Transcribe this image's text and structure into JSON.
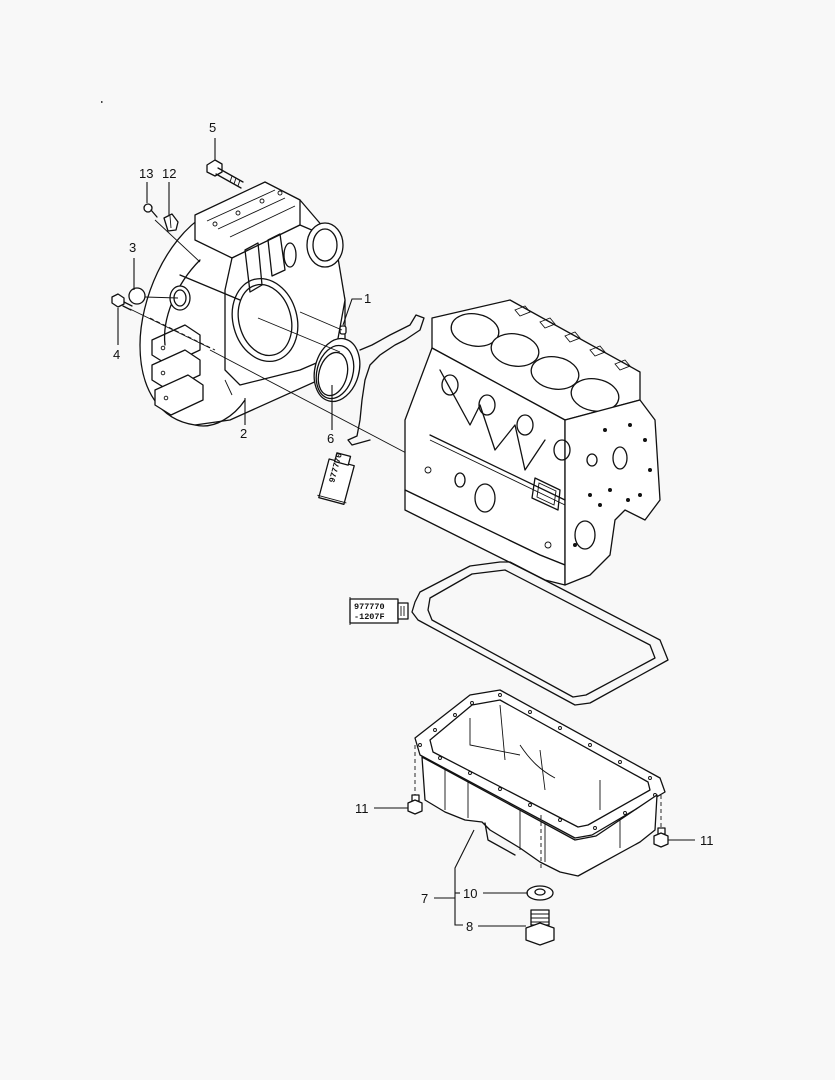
{
  "diagram": {
    "type": "exploded-parts-view",
    "subject": "Engine cylinder block, flywheel housing and oil pan",
    "colors": {
      "background": "#f8f8f8",
      "line": "#111111"
    },
    "sealant_tube_label": {
      "line1": "977770",
      "line2": "-1207F"
    },
    "callouts": [
      {
        "id": "c1",
        "label": "1",
        "part": "dowel-pin"
      },
      {
        "id": "c2",
        "label": "2",
        "part": "flywheel-housing"
      },
      {
        "id": "c3",
        "label": "3",
        "part": "plug-cap"
      },
      {
        "id": "c4",
        "label": "4",
        "part": "bolt"
      },
      {
        "id": "c5",
        "label": "5",
        "part": "housing-bolt"
      },
      {
        "id": "c6",
        "label": "6",
        "part": "oil-seal"
      },
      {
        "id": "c7",
        "label": "7",
        "part": "oil-pan-assembly"
      },
      {
        "id": "c8",
        "label": "8",
        "part": "drain-plug"
      },
      {
        "id": "c10",
        "label": "10",
        "part": "drain-washer"
      },
      {
        "id": "c11a",
        "label": "11",
        "part": "oil-pan-bolt-left"
      },
      {
        "id": "c11b",
        "label": "11",
        "part": "oil-pan-bolt-right"
      },
      {
        "id": "c12",
        "label": "12",
        "part": "sensor-fitting"
      },
      {
        "id": "c13",
        "label": "13",
        "part": "small-bolt"
      }
    ]
  }
}
